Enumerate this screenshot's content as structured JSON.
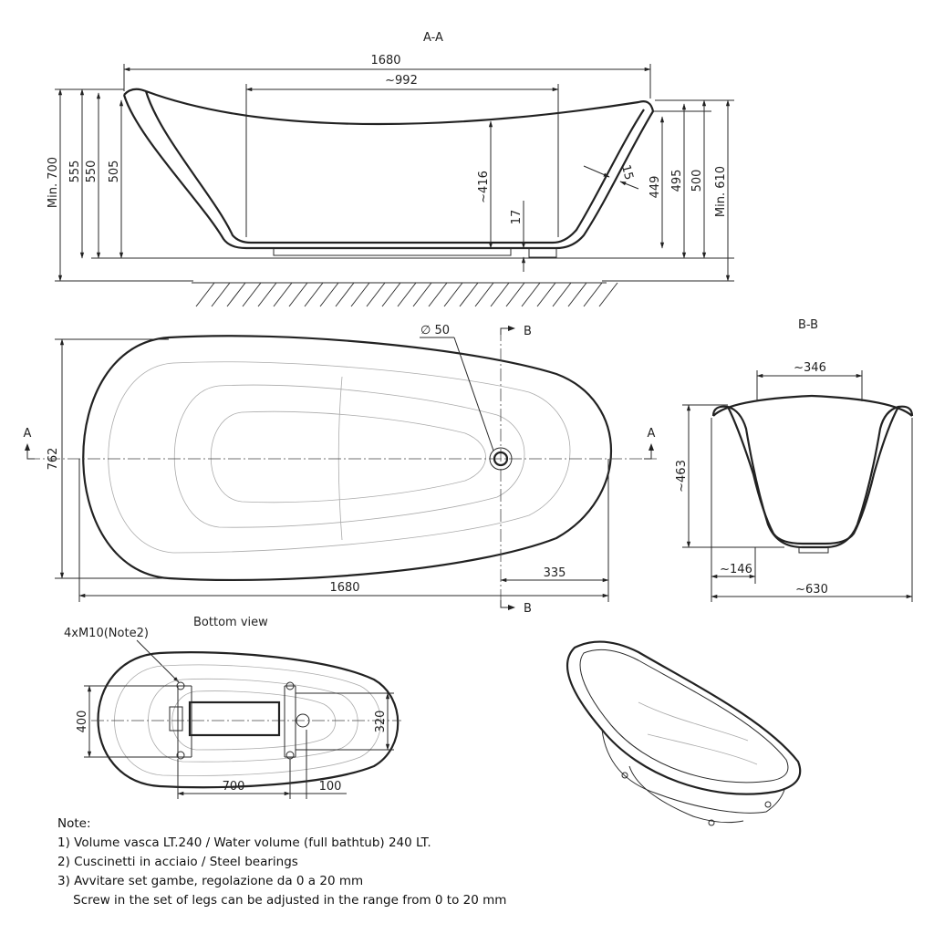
{
  "section_aa": {
    "title": "A-A",
    "dims": {
      "length": "1680",
      "inner_length": "~992",
      "min700": "Min. 700",
      "h555": "555",
      "h550": "550",
      "h505": "505",
      "depth": "~416",
      "floor": "17",
      "wall": "15",
      "h449": "449",
      "h495": "495",
      "h500": "500",
      "min610": "Min. 610"
    }
  },
  "top_view": {
    "drain": "∅ 50",
    "section_marker_b": "B",
    "section_marker_a": "A",
    "width": "762",
    "length": "1680",
    "drain_offset": "335"
  },
  "section_bb": {
    "title": "B-B",
    "top_width": "~346",
    "depth": "~463",
    "base_offset": "~146",
    "width": "~630"
  },
  "bottom_view": {
    "title": "Bottom view",
    "callout": "4xM10(Note2)",
    "d400": "400",
    "d320": "320",
    "d700": "700",
    "d100": "100"
  },
  "notes": {
    "heading": "Note:",
    "lines": [
      "1) Volume vasca LT.240 / Water volume (full bathtub) 240 LT.",
      "2) Cuscinetti in acciaio / Steel bearings",
      "3) Avvitare set gambe, regolazione da 0 a 20 mm",
      "    Screw in the set of legs can be adjusted in the range from 0 to 20 mm"
    ]
  }
}
